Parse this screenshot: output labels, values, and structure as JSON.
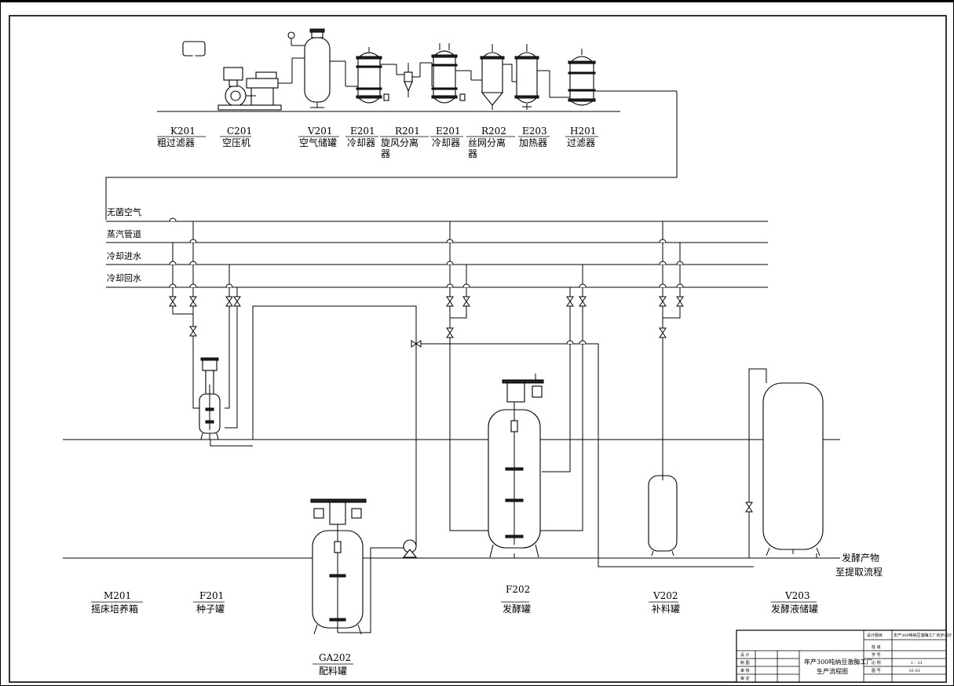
{
  "equipment_top": [
    {
      "code": "K201",
      "name": "粗过滤器"
    },
    {
      "code": "C201",
      "name": "空压机"
    },
    {
      "code": "V201",
      "name": "空气储罐"
    },
    {
      "code": "E201",
      "name": "冷却器"
    },
    {
      "code": "R201",
      "name": "旋风分离",
      "name2": "器"
    },
    {
      "code": "E201",
      "name": "冷却器"
    },
    {
      "code": "R202",
      "name": "丝网分离",
      "name2": "器"
    },
    {
      "code": "E203",
      "name": "加热器"
    },
    {
      "code": "H201",
      "name": "过滤器"
    }
  ],
  "pipelines": {
    "sterile_air": "无菌空气",
    "steam": "蒸汽管道",
    "cooling_in": "冷却进水",
    "cooling_out": "冷却回水"
  },
  "equipment_bottom": [
    {
      "code": "M201",
      "name": "摇床培养箱"
    },
    {
      "code": "F201",
      "name": "种子罐"
    },
    {
      "code": "GA202",
      "name": "配料罐"
    },
    {
      "code": "F202",
      "name": "发酵罐"
    },
    {
      "code": "V202",
      "name": "补料罐"
    },
    {
      "code": "V203",
      "name": "发酵液储罐"
    }
  ],
  "output": {
    "line1": "发酵产物",
    "line2": "至提取流程"
  },
  "title_block": {
    "project_label": "设计题目",
    "project_value": "年产300吨纳豆激酶工厂初步设计",
    "drawing_title_1": "年产300吨纳豆激酶工厂",
    "drawing_title_2": "生产流程图",
    "left_labels": [
      "设 计",
      "制 图",
      "审 核",
      "审 定"
    ],
    "right_labels": [
      "班 级",
      "学 号",
      "比 例",
      "图 号"
    ],
    "ratio": "1：33",
    "drawing_no": "01-01"
  },
  "colors": {
    "line": "#000000",
    "background": "#ffffff"
  }
}
